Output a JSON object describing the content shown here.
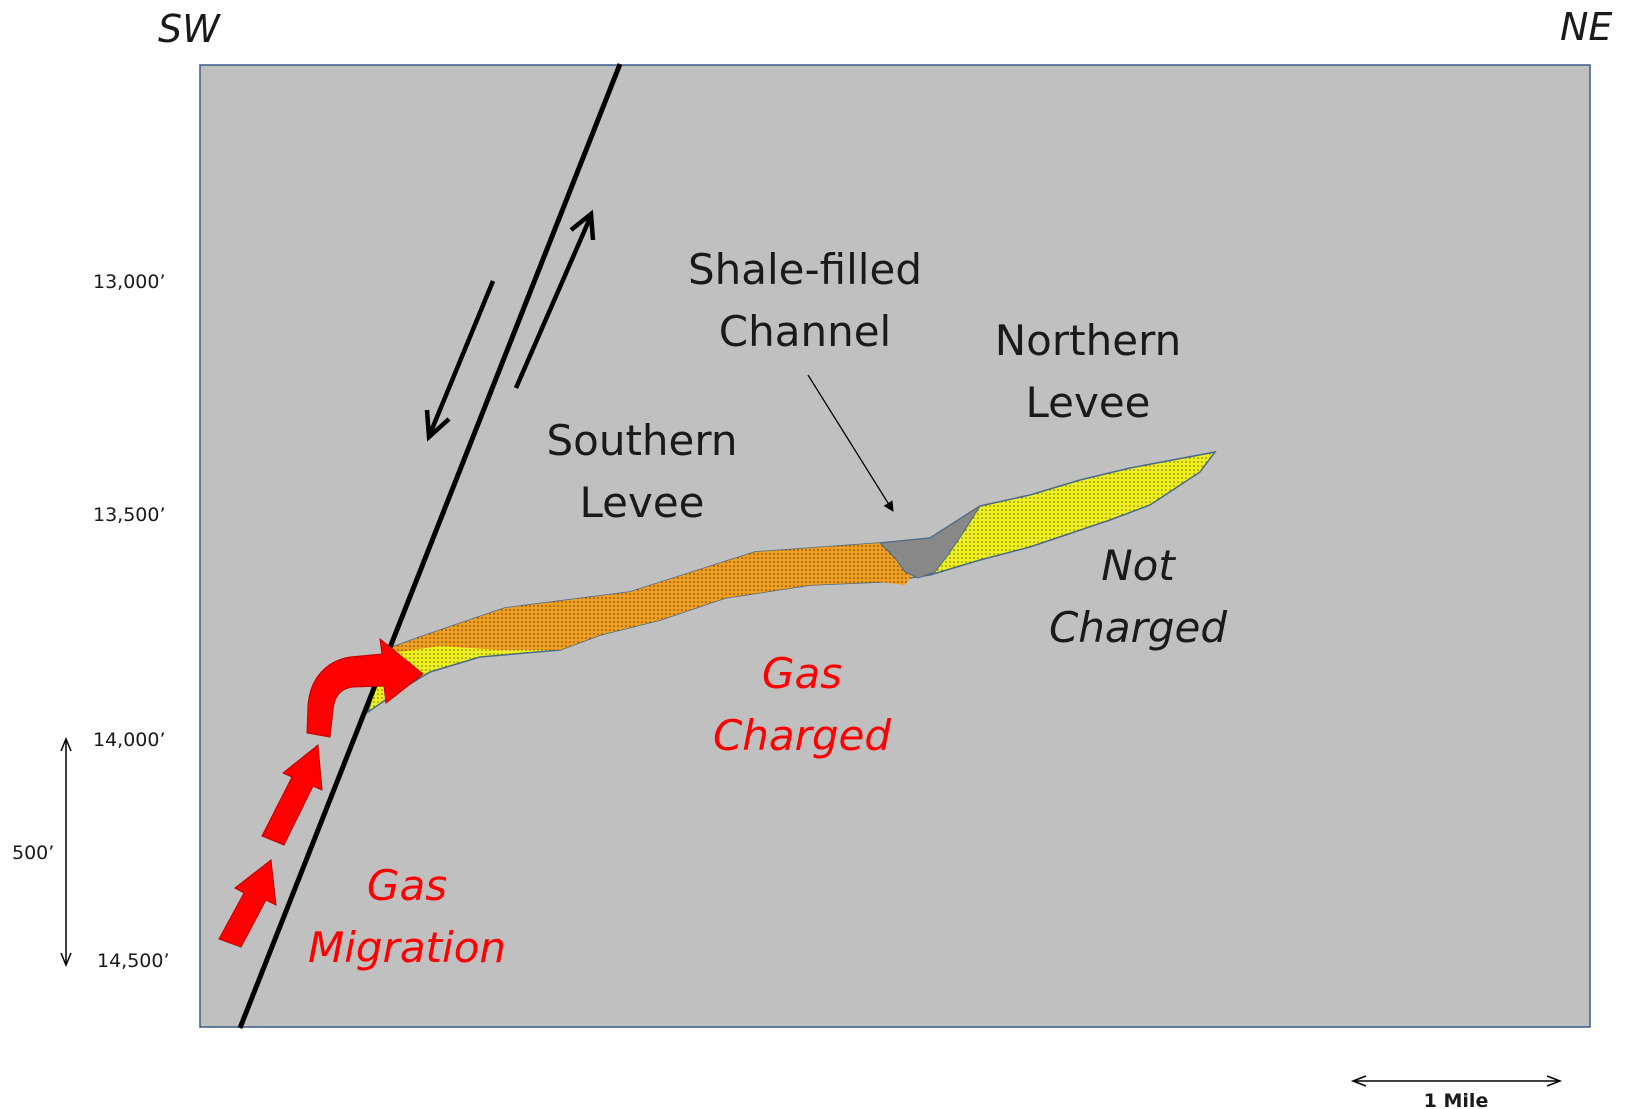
{
  "orientation": {
    "left": "SW",
    "right": "NE"
  },
  "depth_labels": [
    "13,000’",
    "13,500’",
    "14,000’",
    "14,500’"
  ],
  "vertical_scale_label": "500’",
  "horizontal_scale_label": "1 Mile",
  "labels": {
    "shale_channel": [
      "Shale-filled",
      "Channel"
    ],
    "northern_levee": [
      "Northern",
      "Levee"
    ],
    "southern_levee": [
      "Southern",
      "Levee"
    ],
    "not_charged": [
      "Not",
      "Charged"
    ],
    "gas_charged": [
      "Gas",
      "Charged"
    ],
    "gas_migration": [
      "Gas",
      "Migration"
    ]
  },
  "colors": {
    "background": "#c0c0c0",
    "gas_charged_fill": "#f0a020",
    "levee_fill": "#f0f020",
    "shale_fill": "#888888",
    "migration_arrow": "#ff0000",
    "gas_text": "#ff0000",
    "text": "#1a1a1a"
  }
}
